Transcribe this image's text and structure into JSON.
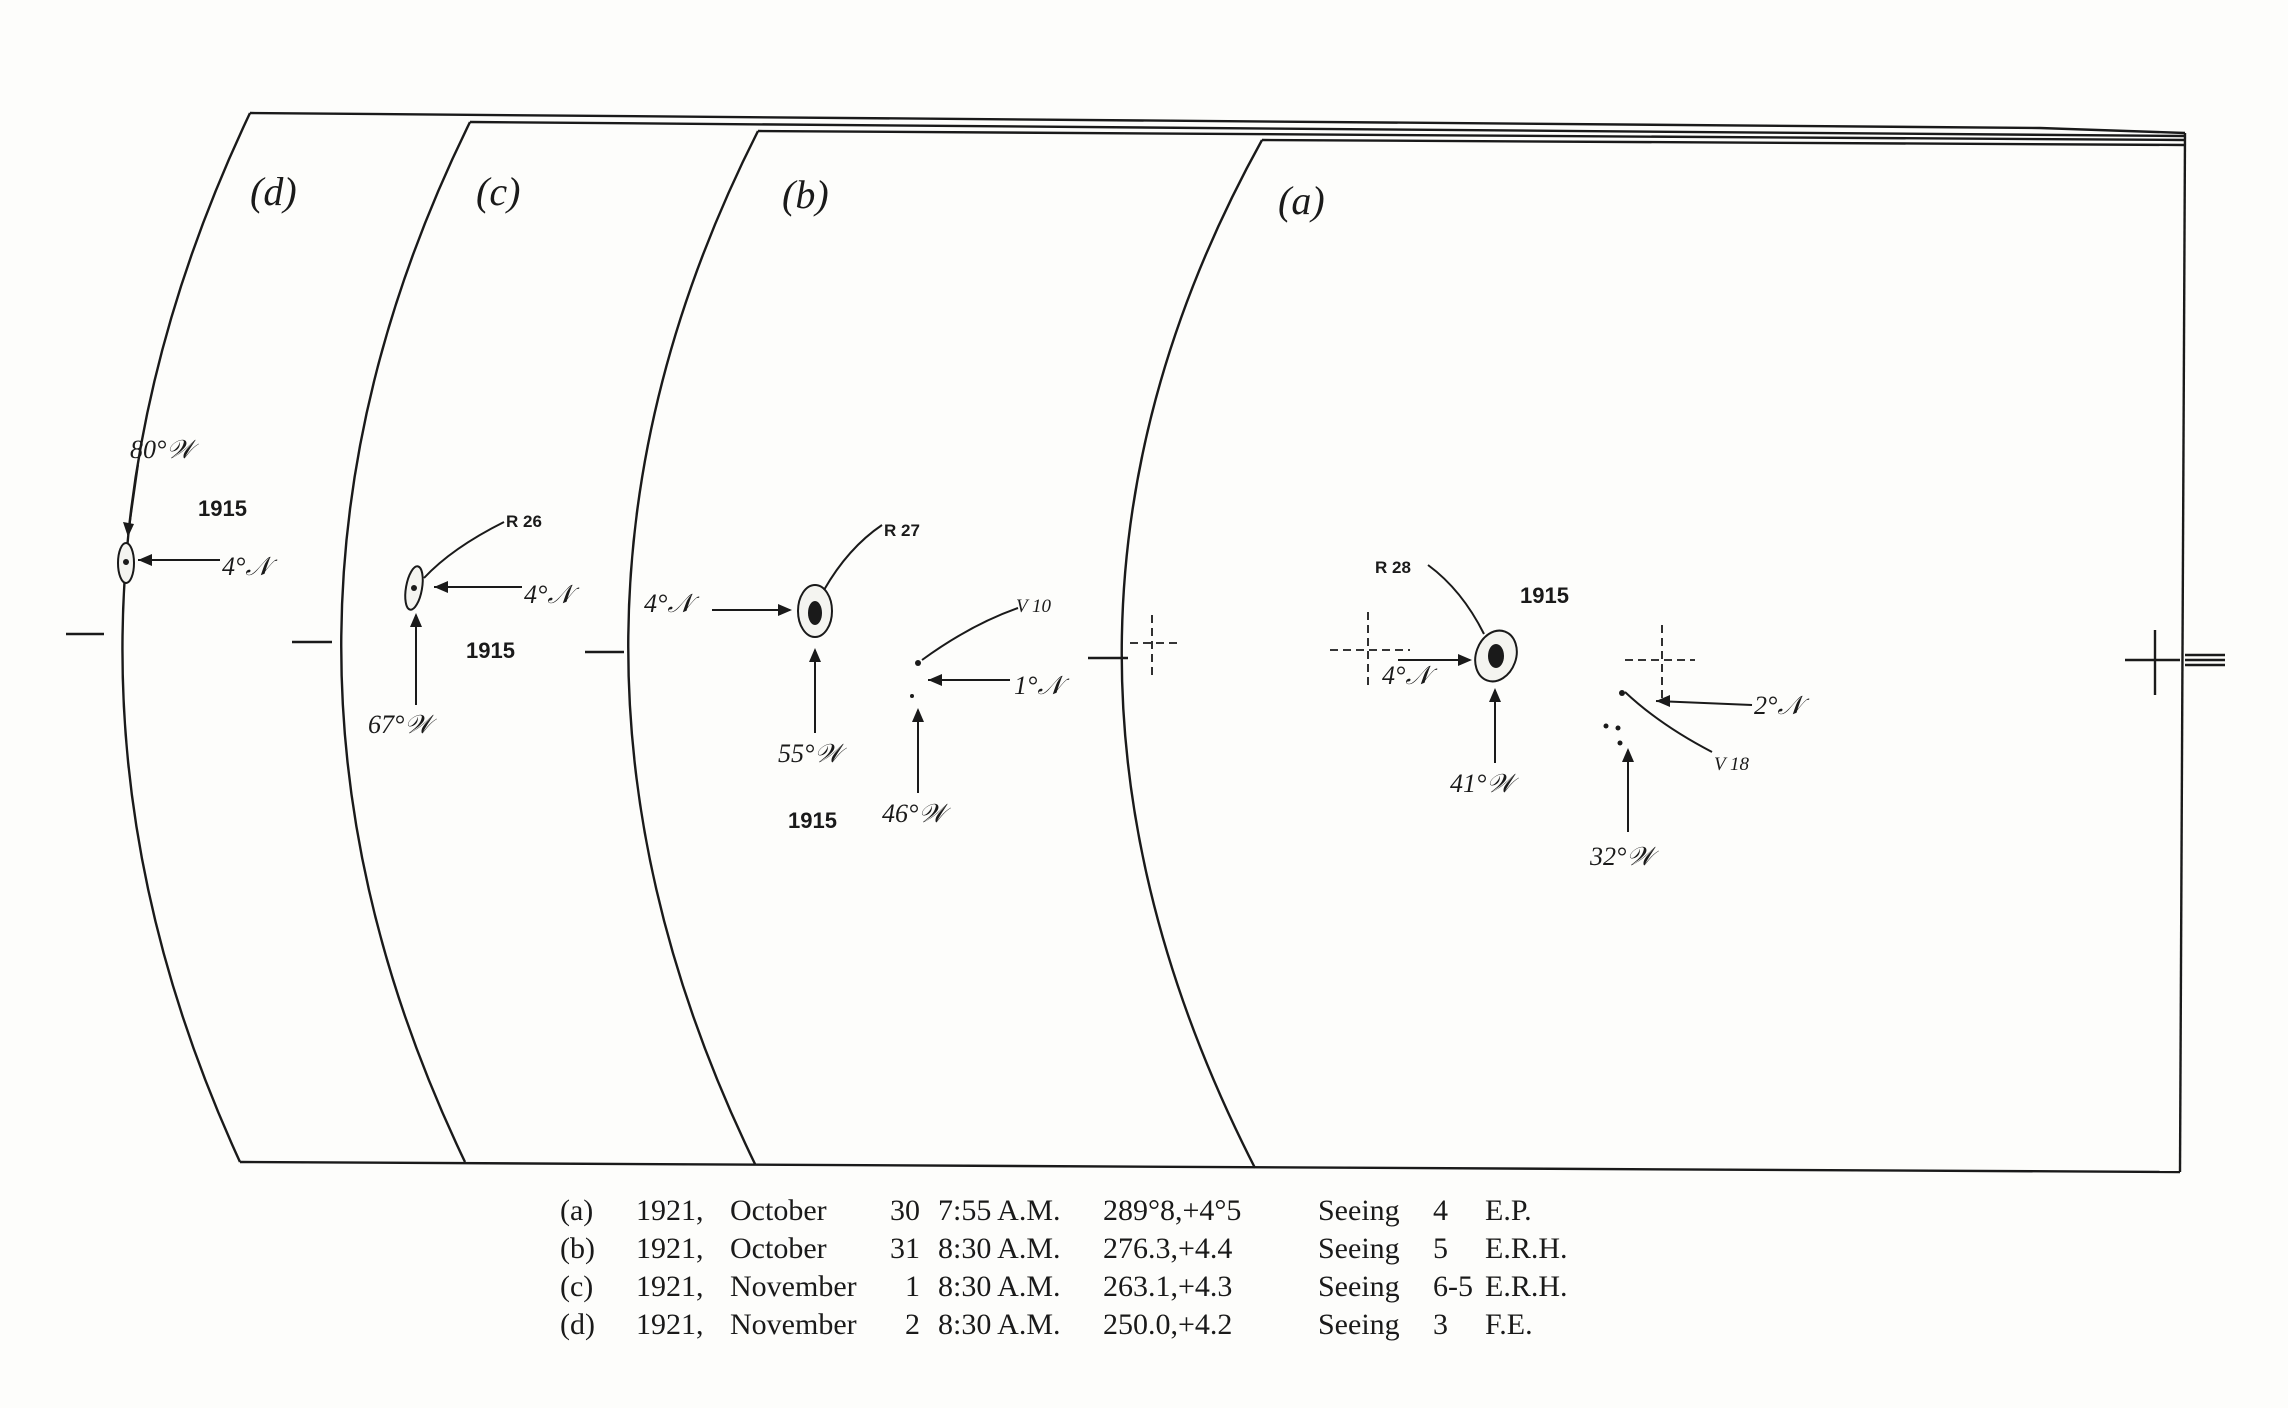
{
  "panels": [
    {
      "id": "a",
      "label": "(a)",
      "year": "1915",
      "region": "R 28",
      "lat_label": "4°\u0001",
      "lon_label": "41°\u0002",
      "second_lat": "2°\u0001",
      "second_lon": "32°\u0002",
      "second_region": "V 18"
    },
    {
      "id": "b",
      "label": "(b)",
      "year": "1915",
      "region": "R 27",
      "lat_label": "4°\u0001",
      "lon_label": "55°\u0002",
      "second_lat": "1°\u0001",
      "second_lon": "46°\u0002",
      "second_region": "V 10"
    },
    {
      "id": "c",
      "label": "(c)",
      "year": "1915",
      "region": "R 26",
      "lat_label": "4°\u0001",
      "lon_label": "67°\u0002"
    },
    {
      "id": "d",
      "label": "(d)",
      "year": "1915",
      "lat_label": "4°\u0001",
      "lon_label": "80°\u0002"
    }
  ],
  "labels": {
    "a": "(a)",
    "b": "(b)",
    "c": "(c)",
    "d": "(d)",
    "year": "1915",
    "r28": "R 28",
    "r27": "R 27",
    "r26": "R 26",
    "v18": "V 18",
    "v10": "V 10",
    "a_lat": "4°𝒩",
    "a_lon": "41°𝒲",
    "a_lat2": "2°𝒩",
    "a_lon2": "32°𝒲",
    "b_lat": "4°𝒩",
    "b_lon": "55°𝒲",
    "b_lat2": "1°𝒩",
    "b_lon2": "46°𝒲",
    "c_lat": "4°𝒩",
    "c_lon": "67°𝒲",
    "d_lat": "4°𝒩",
    "d_lon": "80°𝒲"
  },
  "caption": [
    {
      "tag": "(a)",
      "year": "1921,",
      "month": "October",
      "day": "30",
      "time": "7:55 A.M.",
      "coord": "289°8,+4°5",
      "seeing": "Seeing",
      "seeing_value": "4",
      "observer": "E.P."
    },
    {
      "tag": "(b)",
      "year": "1921,",
      "month": "October",
      "day": "31",
      "time": "8:30 A.M.",
      "coord": "276.3,+4.4",
      "seeing": "Seeing",
      "seeing_value": "5",
      "observer": "E.R.H."
    },
    {
      "tag": "(c)",
      "year": "1921,",
      "month": "November",
      "day": "1",
      "time": "8:30 A.M.",
      "coord": "263.1,+4.3",
      "seeing": "Seeing",
      "seeing_value": "6-5",
      "observer": "E.R.H."
    },
    {
      "tag": "(d)",
      "year": "1921,",
      "month": "November",
      "day": "2",
      "time": "8:30 A.M.",
      "coord": "250.0,+4.2",
      "seeing": "Seeing",
      "seeing_value": "3",
      "observer": "F.E."
    }
  ],
  "colors": {
    "ink": "#1a1a1a",
    "paper": "#fdfdfb"
  }
}
